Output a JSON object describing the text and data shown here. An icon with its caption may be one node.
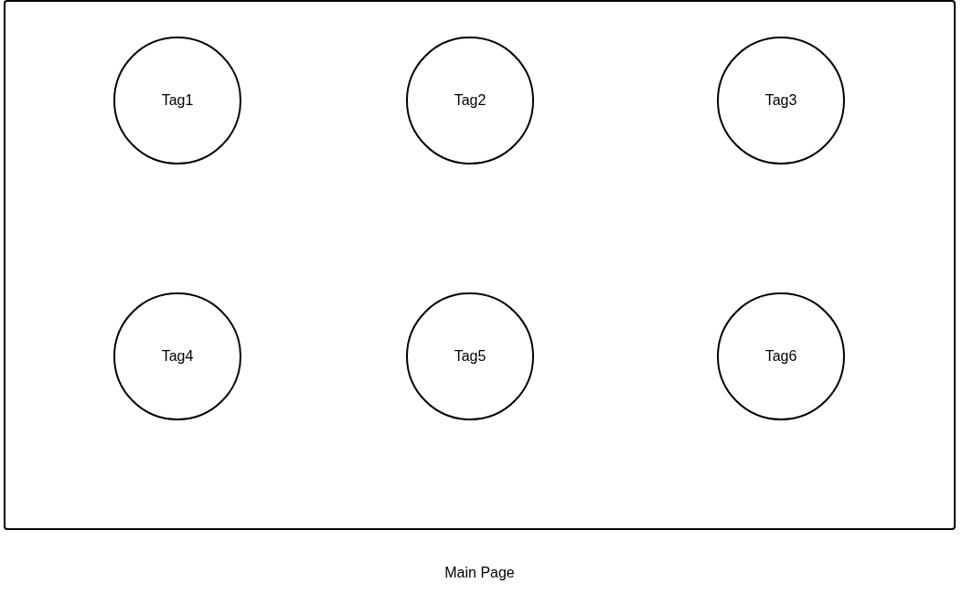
{
  "diagram": {
    "nodes": [
      {
        "text": [
          "Main Page"
        ]
      },
      {
        "text": [
          "Tag1"
        ],
        "in": 0
      },
      {
        "text": [
          "Tag2"
        ],
        "in": 0
      },
      {
        "text": [
          "Tag3"
        ],
        "in": 0
      },
      {
        "text": [
          "Tag4"
        ],
        "in": 0
      },
      {
        "text": [
          "Tag5"
        ],
        "in": 0
      },
      {
        "text": [
          "Tag6"
        ],
        "in": 0
      }
    ]
  }
}
